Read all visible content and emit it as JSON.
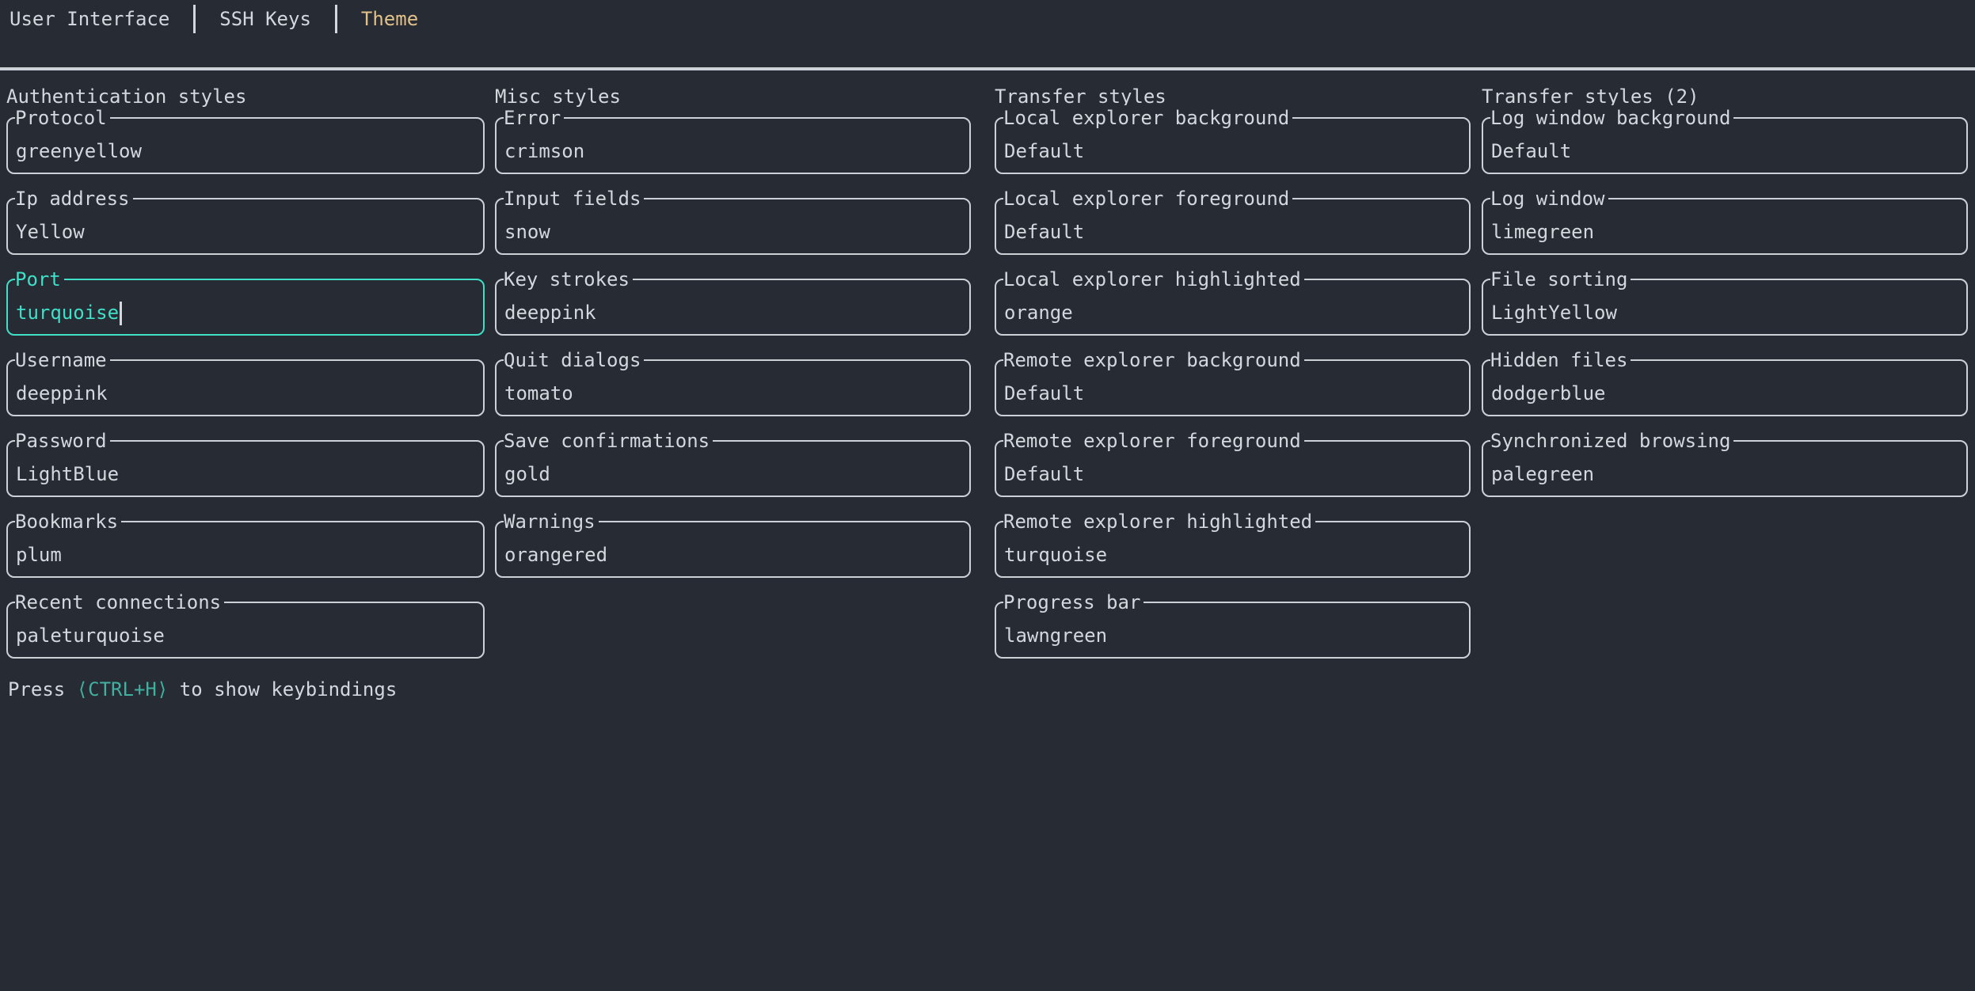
{
  "tabs": {
    "items": [
      {
        "label": "User Interface",
        "active": false
      },
      {
        "label": "SSH Keys",
        "active": false
      },
      {
        "label": "Theme",
        "active": true
      }
    ]
  },
  "columns": [
    {
      "title": "Authentication styles",
      "fields": [
        {
          "label": "Protocol",
          "value": "greenyellow"
        },
        {
          "label": "Ip address",
          "value": "Yellow"
        },
        {
          "label": "Port",
          "value": "turquoise",
          "focused": true
        },
        {
          "label": "Username",
          "value": "deeppink"
        },
        {
          "label": "Password",
          "value": "LightBlue"
        },
        {
          "label": "Bookmarks",
          "value": "plum"
        },
        {
          "label": "Recent connections",
          "value": "paleturquoise"
        }
      ]
    },
    {
      "title": "Misc styles",
      "fields": [
        {
          "label": "Error",
          "value": "crimson"
        },
        {
          "label": "Input fields",
          "value": "snow"
        },
        {
          "label": "Key strokes",
          "value": "deeppink"
        },
        {
          "label": "Quit dialogs",
          "value": "tomato"
        },
        {
          "label": "Save confirmations",
          "value": "gold"
        },
        {
          "label": "Warnings",
          "value": "orangered"
        }
      ]
    },
    {
      "title": "Transfer styles",
      "fields": [
        {
          "label": "Local explorer background",
          "value": "Default"
        },
        {
          "label": "Local explorer foreground",
          "value": "Default"
        },
        {
          "label": "Local explorer highlighted",
          "value": "orange"
        },
        {
          "label": "Remote explorer background",
          "value": "Default"
        },
        {
          "label": "Remote explorer foreground",
          "value": "Default"
        },
        {
          "label": "Remote explorer highlighted",
          "value": "turquoise"
        },
        {
          "label": "Progress bar",
          "value": "lawngreen"
        }
      ]
    },
    {
      "title": "Transfer styles (2)",
      "fields": [
        {
          "label": "Log window background",
          "value": "Default"
        },
        {
          "label": "Log window",
          "value": "limegreen"
        },
        {
          "label": "File sorting",
          "value": "LightYellow"
        },
        {
          "label": "Hidden files",
          "value": "dodgerblue"
        },
        {
          "label": "Synchronized browsing",
          "value": "palegreen"
        }
      ]
    }
  ],
  "footer": {
    "prefix": "Press ",
    "key": "⟨CTRL+H⟩",
    "suffix": " to show keybindings"
  },
  "colors": {
    "background": "#272b34",
    "foreground": "#d3d7de",
    "focus_accent": "#3fdfc8",
    "active_tab_accent": "#e1c189",
    "keybinding_accent": "#40b1a0"
  }
}
